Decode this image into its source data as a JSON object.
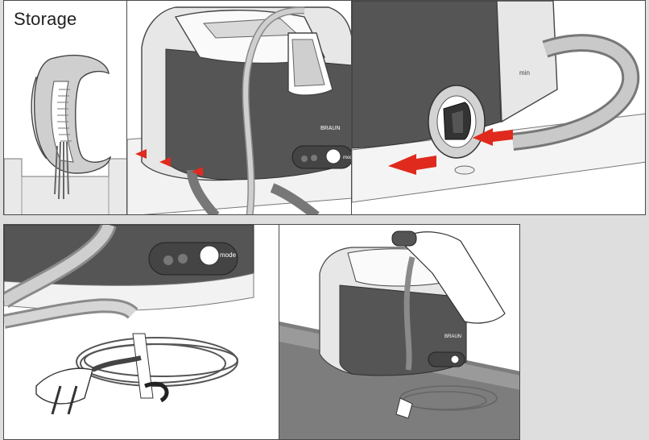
{
  "section_title": "Storage",
  "labels": {
    "mode": "mode",
    "brand": "BRAUN",
    "min": "min"
  },
  "colors": {
    "arrow_red": "#e02a1e",
    "body_dark": "#555555",
    "shell_light": "#e7e7e7",
    "background": "#dedede"
  }
}
